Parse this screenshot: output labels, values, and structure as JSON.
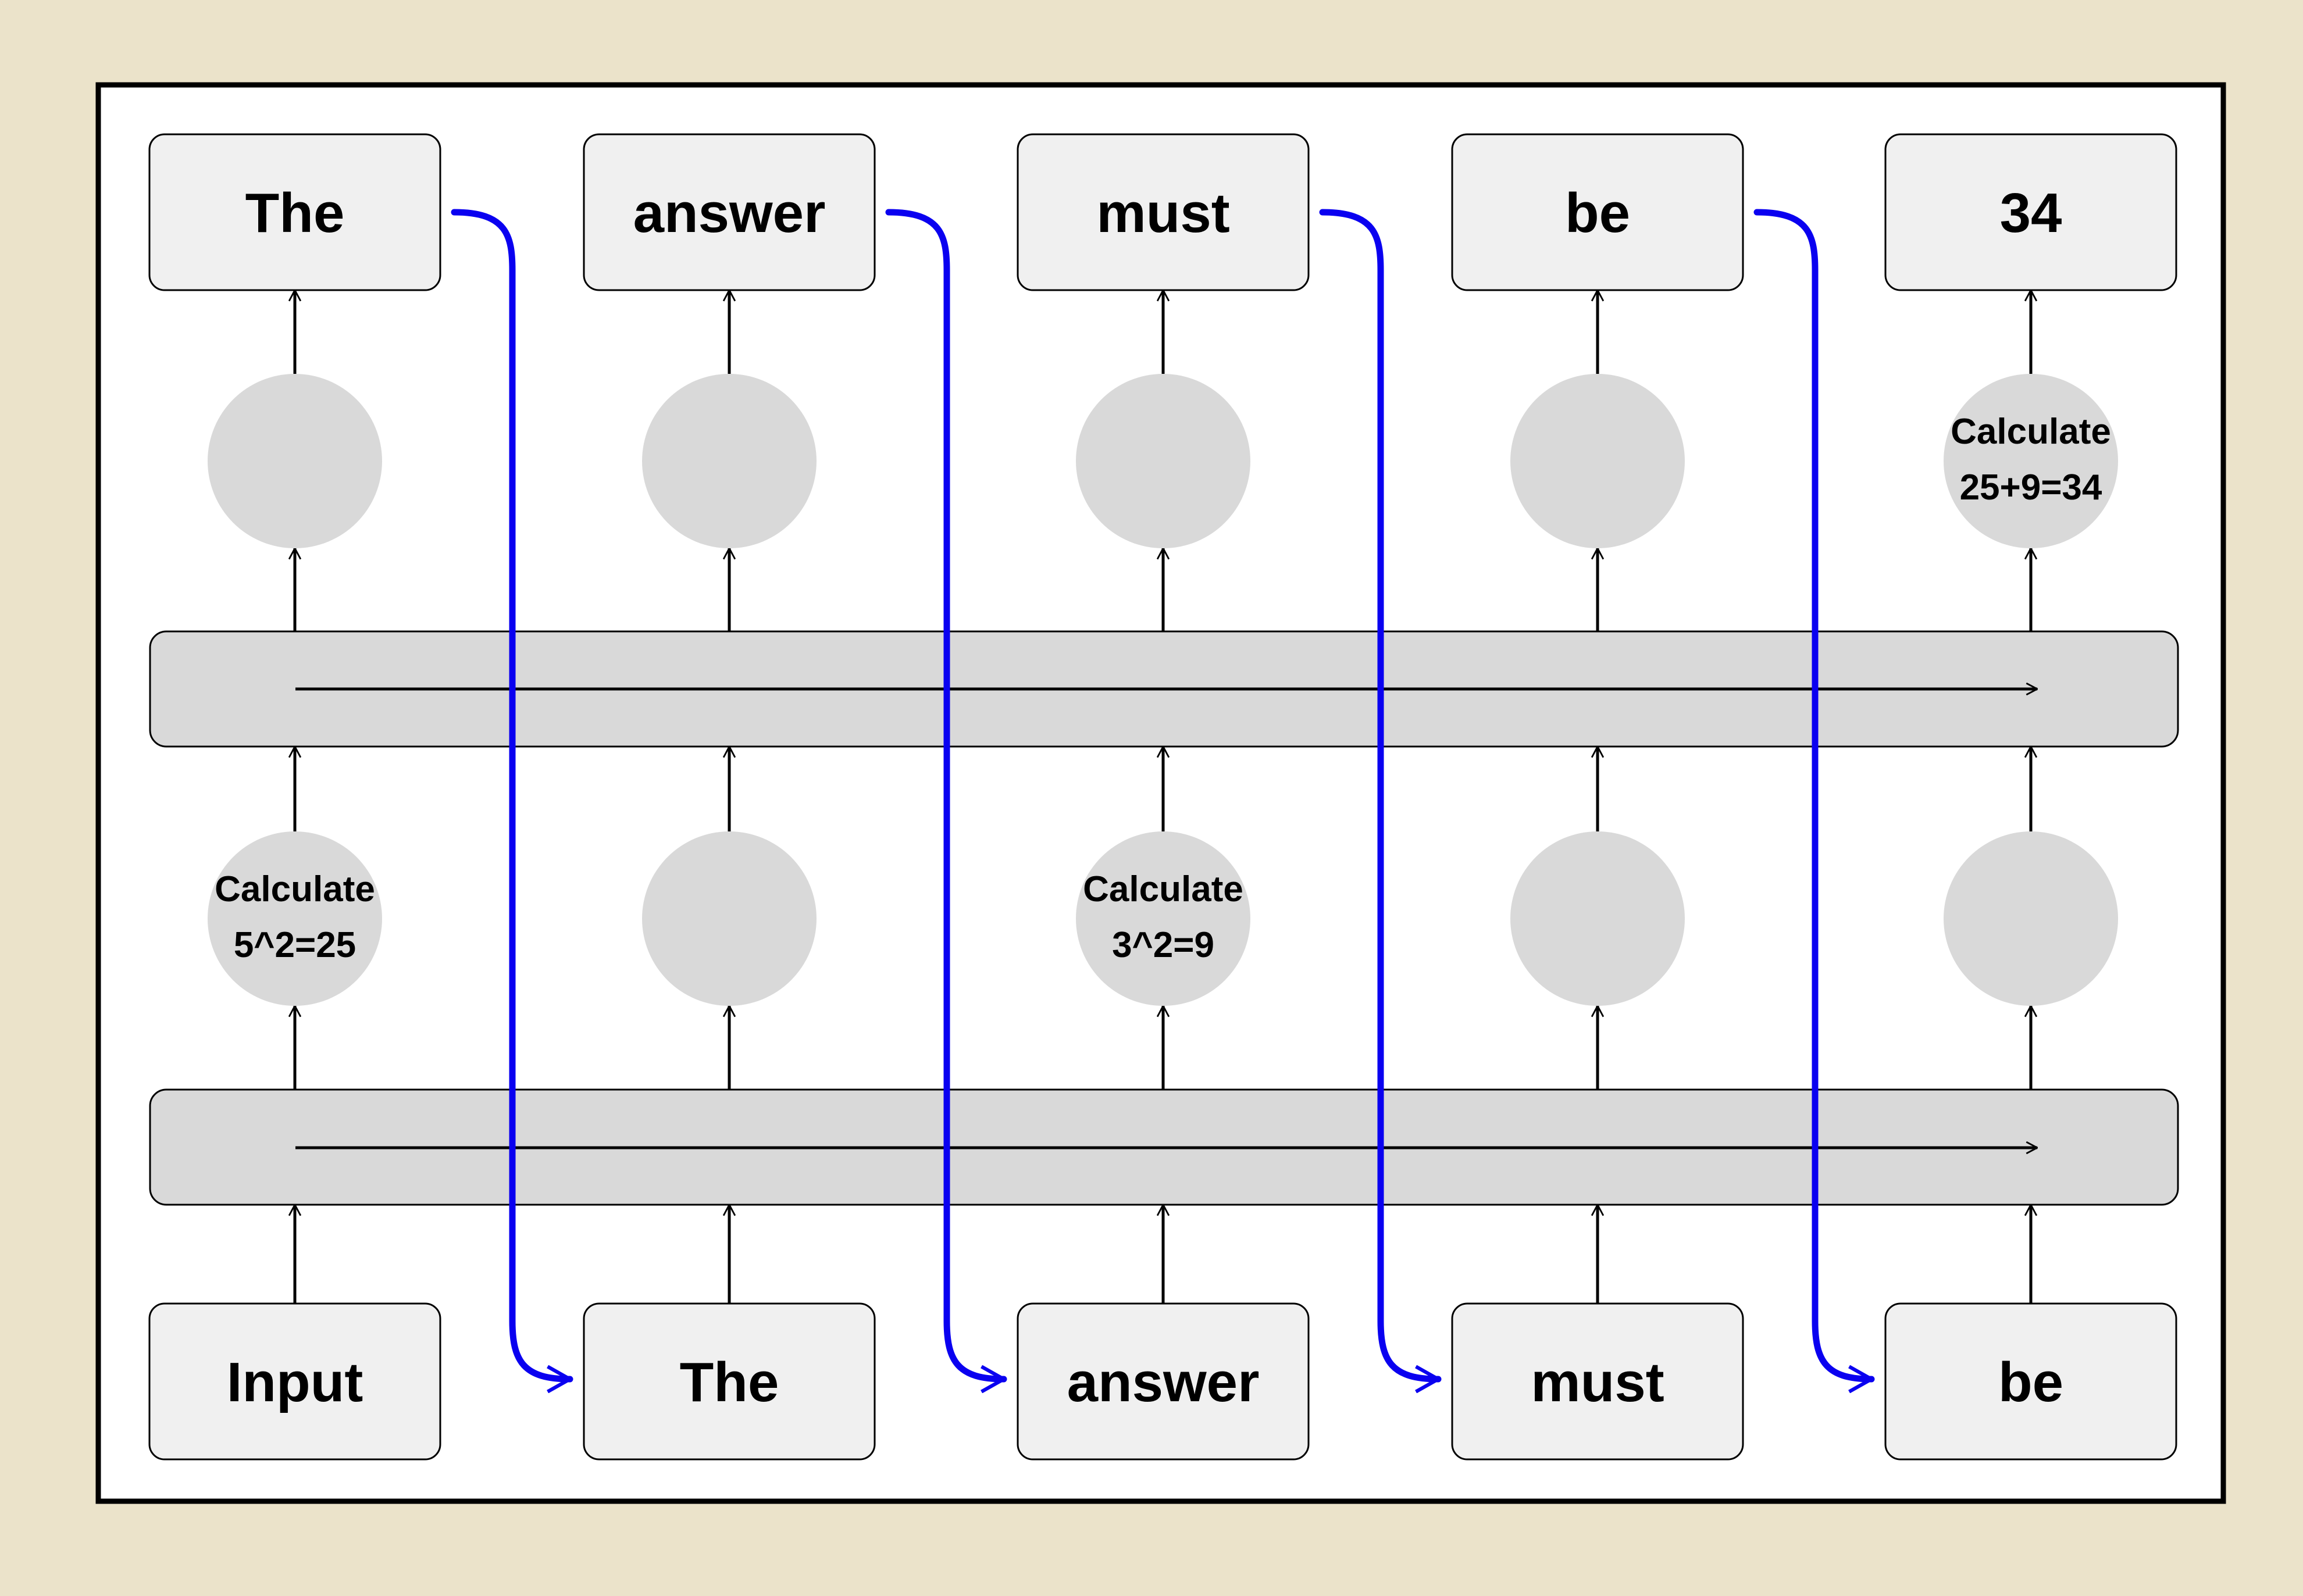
{
  "colors": {
    "background": "#ebe3ca",
    "panel": "#ffffff",
    "panel_border": "#000000",
    "token_box": "#f0f0f0",
    "node": "#d9d9d9",
    "band": "#d9d9d9",
    "flow_arrow": "#0a00f0"
  },
  "output_tokens": [
    "The",
    "answer",
    "must",
    "be",
    "34"
  ],
  "input_tokens": [
    "Input",
    "The",
    "answer",
    "must",
    "be"
  ],
  "upper_nodes": [
    {
      "line1": "",
      "line2": ""
    },
    {
      "line1": "",
      "line2": ""
    },
    {
      "line1": "",
      "line2": ""
    },
    {
      "line1": "",
      "line2": ""
    },
    {
      "line1": "Calculate",
      "line2": "25+9=34"
    }
  ],
  "lower_nodes": [
    {
      "line1": "Calculate",
      "line2": "5^2=25"
    },
    {
      "line1": "",
      "line2": ""
    },
    {
      "line1": "Calculate",
      "line2": "3^2=9"
    },
    {
      "line1": "",
      "line2": ""
    },
    {
      "line1": "",
      "line2": ""
    }
  ],
  "icons": {
    "vertical_arrow": "arrow-up-icon",
    "band_arrow": "arrow-right-icon",
    "token_feedback_arrow": "curved-arrow-icon"
  }
}
